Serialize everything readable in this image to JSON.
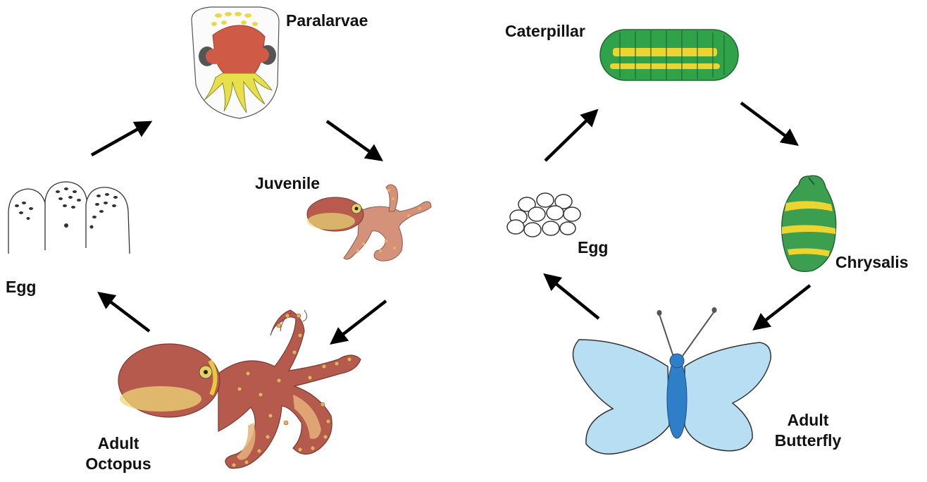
{
  "octopus_cycle": {
    "egg": "Egg",
    "paralarvae": "Paralarvae",
    "juvenile": "Juvenile",
    "adult_line1": "Adult",
    "adult_line2": "Octopus"
  },
  "butterfly_cycle": {
    "egg": "Egg",
    "caterpillar": "Caterpillar",
    "chrysalis": "Chrysalis",
    "adult_line1": "Adult",
    "adult_line2": "Butterfly"
  },
  "colors": {
    "octopus_body": "#b85a4e",
    "octopus_suckers": "#e0a860",
    "paralarvae_head": "#cf5a45",
    "paralarvae_arms": "#e8e04a",
    "caterpillar_green": "#2fa24a",
    "caterpillar_yellow": "#ecd431",
    "chrysalis_green": "#3c9e4f",
    "butterfly_wing": "#b8def3",
    "butterfly_body": "#2f7ec8",
    "arrow": "#000000"
  }
}
